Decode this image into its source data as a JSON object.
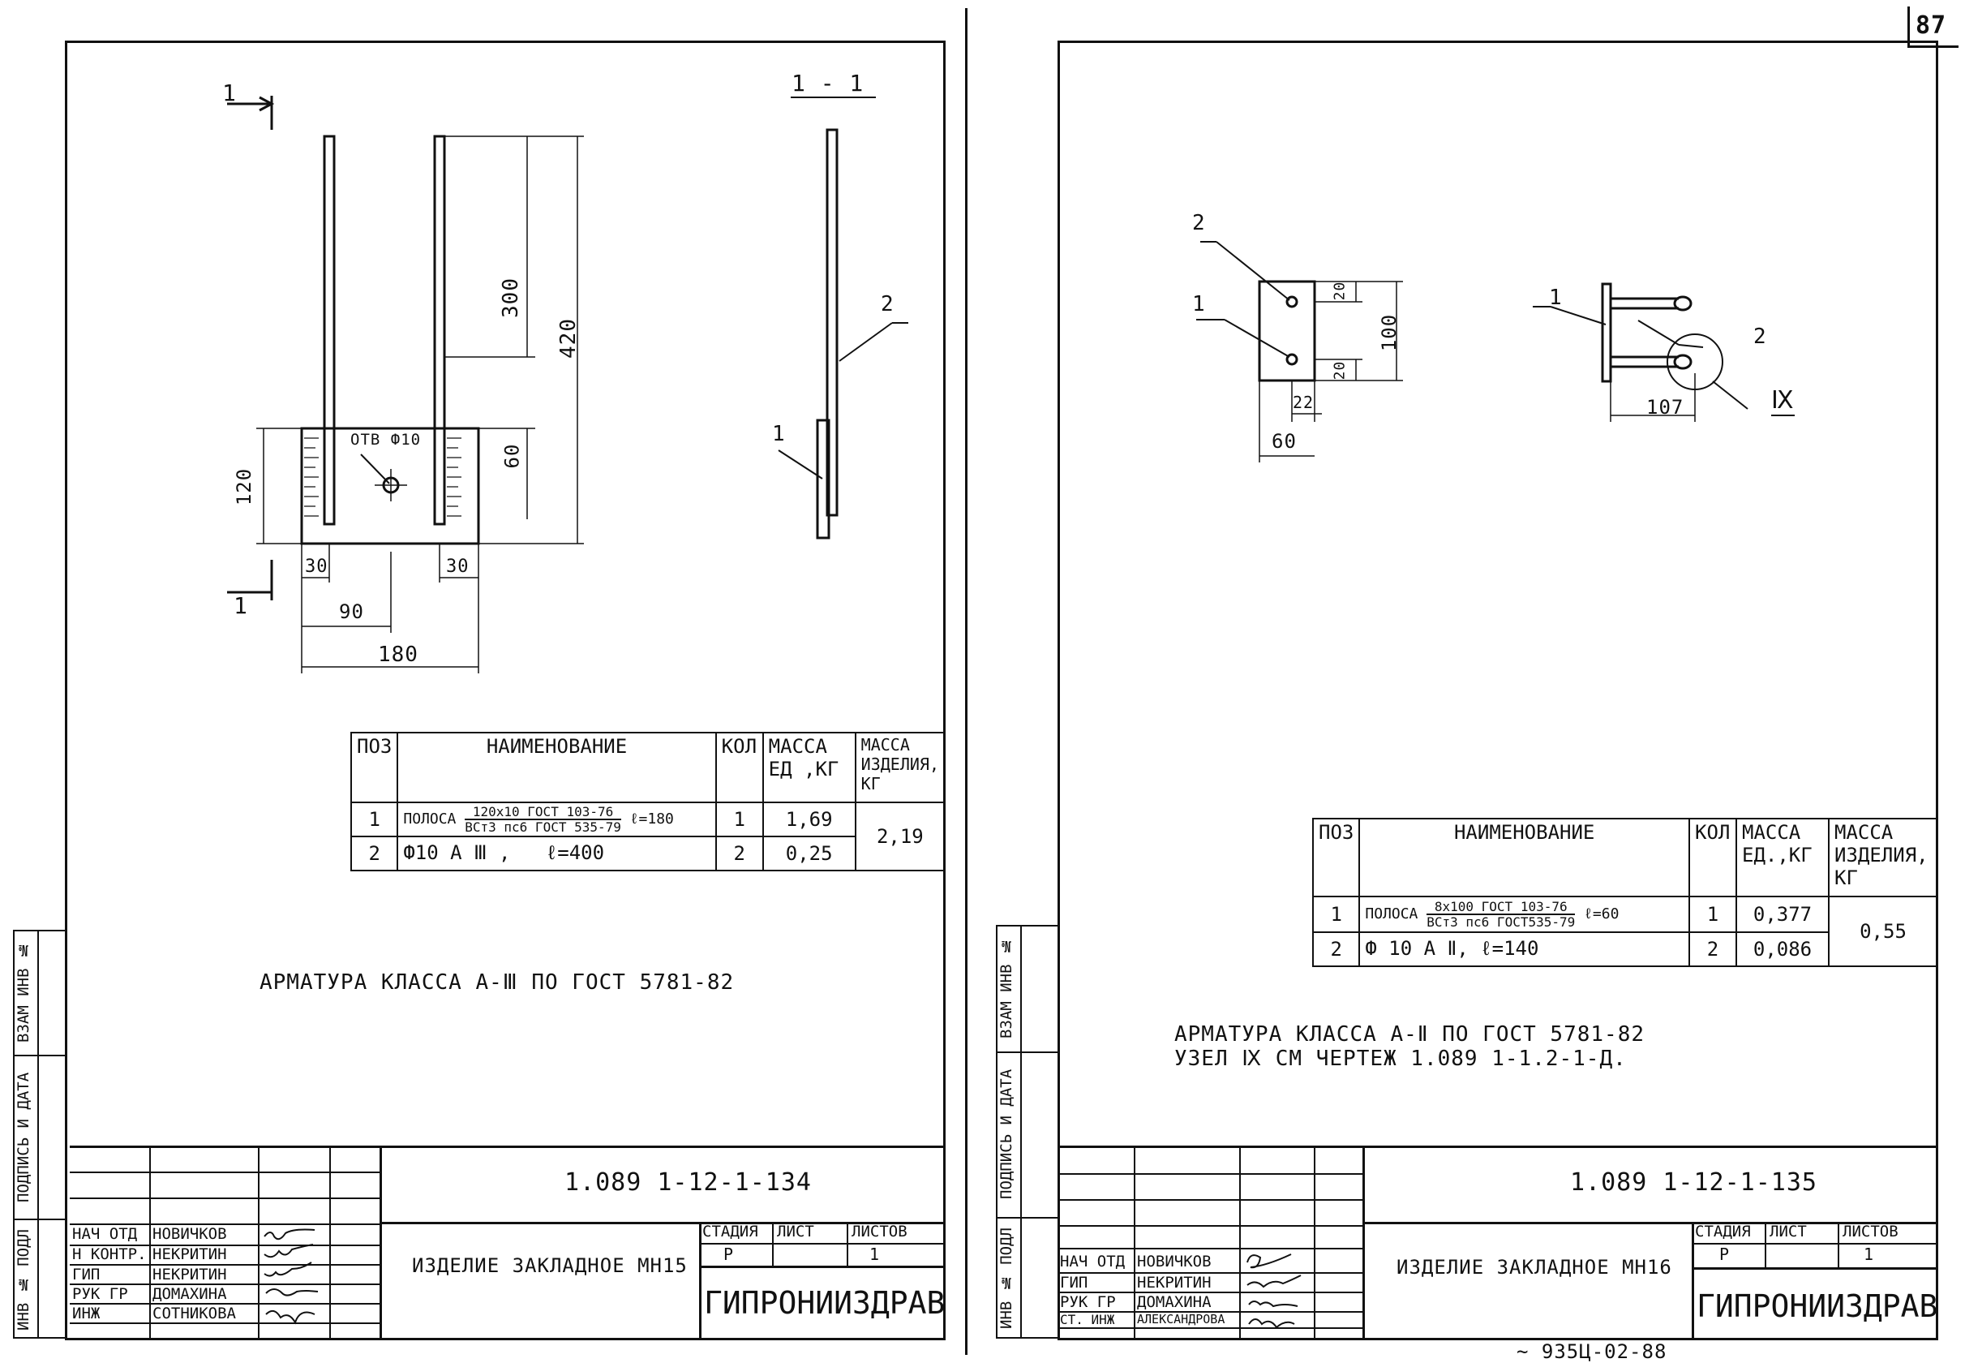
{
  "page_number": "87",
  "footer_partial": "~ 935Ц-02-88",
  "left_sheet": {
    "section_mark": "1",
    "section_title": "1 - 1",
    "dims": {
      "d300": "300",
      "d420": "420",
      "d60": "60",
      "d120": "120",
      "d30a": "30",
      "d30b": "30",
      "d90": "90",
      "d180": "180"
    },
    "hole_label": "ОТВ Ф10",
    "leaders": {
      "one": "1",
      "two": "2"
    },
    "spec": {
      "headers": {
        "pos": "ПОЗ",
        "name": "НАИМЕНОВАНИЕ",
        "qty": "КОЛ",
        "mass_unit": "МАССА ЕД ,КГ",
        "mass_item": "МАССА ИЗДЕЛИЯ, КГ"
      },
      "rows": [
        {
          "pos": "1",
          "name_prefix": "ПОЛОСА",
          "frac_num": "120х10 ГОСТ 103-76",
          "frac_den": "ВСт3 пс6 ГОСТ 535-79",
          "name_suffix": "ℓ=180",
          "qty": "1",
          "mass": "1,69"
        },
        {
          "pos": "2",
          "name_prefix": "Ф10 А Ⅲ ,   ℓ=400",
          "qty": "2",
          "mass": "0,25"
        }
      ],
      "total": "2,19"
    },
    "note": "АРМАТУРА КЛАССА А-Ⅲ ПО ГОСТ 5781-82",
    "doc_code": "1.089 1-12-1-134",
    "staff": [
      {
        "role": "НАЧ ОТД",
        "name": "НОВИЧКОВ"
      },
      {
        "role": "Н КОНТР.",
        "name": "НЕКРИТИН"
      },
      {
        "role": "ГИП",
        "name": "НЕКРИТИН"
      },
      {
        "role": "РУК ГР",
        "name": "ДОМАХИНА"
      },
      {
        "role": "ИНЖ",
        "name": "СОТНИКОВА"
      }
    ],
    "item_title": "ИЗДЕЛИЕ ЗАКЛАДНОЕ МН15",
    "stage_h": "СТАДИЯ",
    "sheet_h": "ЛИСТ",
    "sheets_h": "ЛИСТОВ",
    "stage": "Р",
    "sheets": "1",
    "org": "ГИПРОНИИЗДРАВ"
  },
  "right_sheet": {
    "dims": {
      "d20a": "20",
      "d20b": "20",
      "d100": "100",
      "d22": "22",
      "d60": "60",
      "d107": "107"
    },
    "node_label": "Ⅸ",
    "leaders": {
      "one": "1",
      "two": "2",
      "one_b": "1",
      "two_b": "2"
    },
    "spec": {
      "headers": {
        "pos": "ПОЗ",
        "name": "НАИМЕНОВАНИЕ",
        "qty": "КОЛ",
        "mass_unit": "МАССА ЕД.,КГ",
        "mass_item": "МАССА ИЗДЕЛИЯ, КГ"
      },
      "rows": [
        {
          "pos": "1",
          "name_prefix": "ПОЛОСА",
          "frac_num": "8х100 ГОСТ 103-76",
          "frac_den": "ВСт3 пс6 ГОСТ535-79",
          "name_suffix": "ℓ=60",
          "qty": "1",
          "mass": "0,377"
        },
        {
          "pos": "2",
          "name_prefix": "Ф 10 А Ⅱ, ℓ=140",
          "qty": "2",
          "mass": "0,086"
        }
      ],
      "total": "0,55"
    },
    "note1": "АРМАТУРА КЛАССА А-Ⅱ ПО ГОСТ 5781-82",
    "note2": "УЗЕЛ Ⅸ СМ ЧЕРТЕЖ 1.089 1-1.2-1-Д.",
    "doc_code": "1.089 1-12-1-135",
    "staff": [
      {
        "role": "НАЧ ОТД",
        "name": "НОВИЧКОВ"
      },
      {
        "role": "ГИП",
        "name": "НЕКРИТИН"
      },
      {
        "role": "РУК ГР",
        "name": "ДОМАХИНА"
      },
      {
        "role": "СТ. ИНЖ",
        "name": "АЛЕКСАНДРОВА"
      }
    ],
    "item_title": "ИЗДЕЛИЕ ЗАКЛАДНОЕ МН16",
    "stage_h": "СТАДИЯ",
    "sheet_h": "ЛИСТ",
    "sheets_h": "ЛИСТОВ",
    "stage": "Р",
    "sheets": "1",
    "org": "ГИПРОНИИЗДРАВ"
  },
  "side_stamp": {
    "inv_orig": "ИНВ № ПОДЛ",
    "sign_date": "ПОДПИСЬ И ДАТА",
    "inv_repl": "ВЗАМ ИНВ №"
  }
}
